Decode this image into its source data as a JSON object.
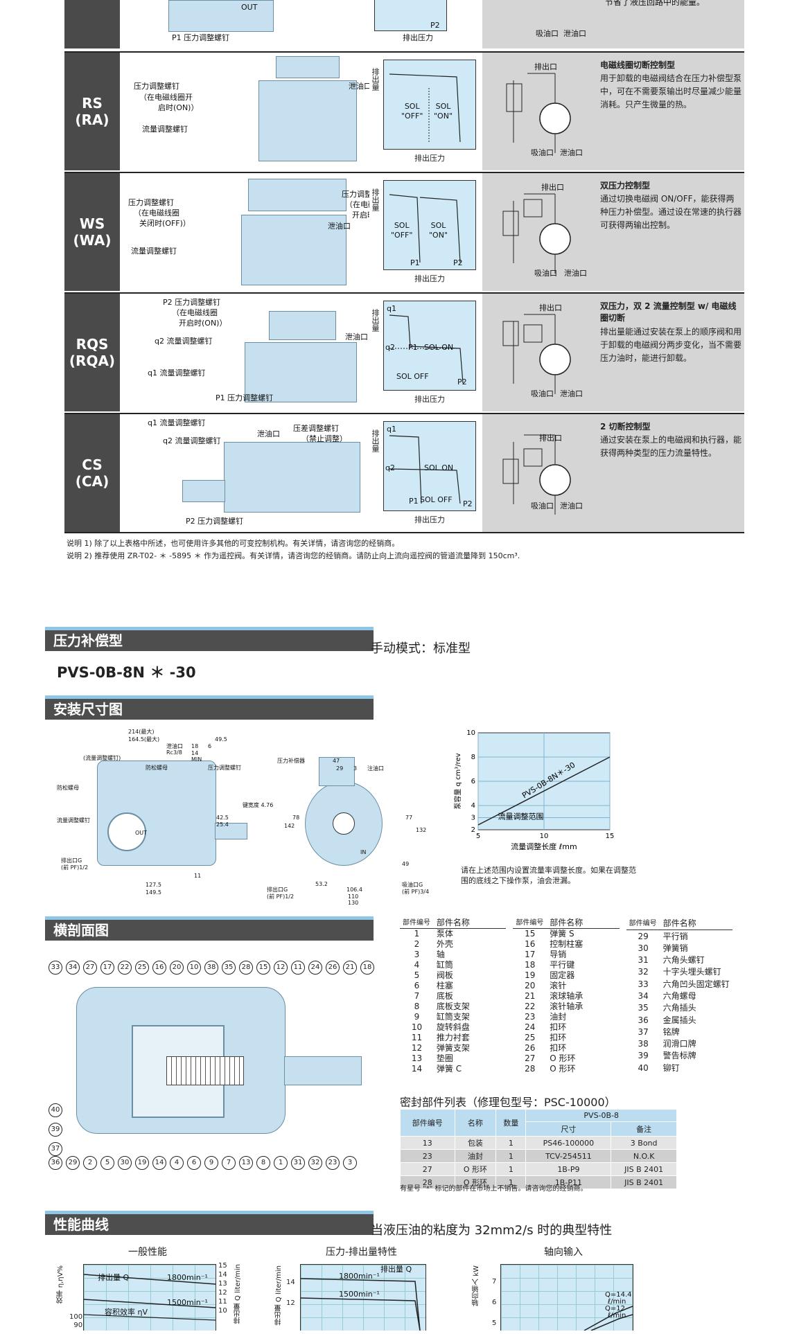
{
  "top_fragment": {
    "pressure_screw": "P1 压力调整螺钉",
    "discharge_pressure": "排出压力",
    "p2": "P2",
    "suction": "吸油口",
    "drain": "泄油口",
    "desc_tail": "节省了液压回路中的能量。",
    "out": "OUT"
  },
  "control_rows": [
    {
      "code": "RS",
      "code_alt": "(RA)",
      "labels": [
        "压力调整螺钉",
        "（在电磁线圈开",
        "启时(ON)）",
        "流量调整螺钉",
        "泄油口"
      ],
      "chart": {
        "ylabel": "排出量",
        "xlabel": "排出压力",
        "sol_off": "SOL\n\"OFF\"",
        "sol_on": "SOL\n\"ON\""
      },
      "circuit": {
        "discharge": "排出口",
        "suction": "吸油口",
        "drain": "泄油口"
      },
      "title": "电磁线圈切断控制型",
      "desc": "用于卸载的电磁阀结合在压力补偿型泵中，可在不需要泵输出时尽量减少能量消耗。只产生微量的热。"
    },
    {
      "code": "WS",
      "code_alt": "(WA)",
      "labels": [
        "压力调整螺钉",
        "（在电磁线圈",
        "关闭时(OFF)）",
        "流量调整螺钉",
        "压力调整螺钉",
        "（在电磁线圈",
        "开启时(ON)）",
        "泄油口"
      ],
      "chart": {
        "ylabel": "排出量",
        "xlabel": "排出压力",
        "sol_off": "SOL\n\"OFF\"",
        "sol_on": "SOL\n\"ON\"",
        "p1": "P1",
        "p2": "P2"
      },
      "circuit": {
        "discharge": "排出口",
        "suction": "吸油口",
        "drain": "泄油口"
      },
      "title": "双压力控制型",
      "desc": "通过切换电磁阀 ON/OFF，能获得两种压力补偿型。通过设在常速的执行器可获得两输出控制。"
    },
    {
      "code": "RQS",
      "code_alt": "(RQA)",
      "labels": [
        "P2 压力调整螺钉",
        "（在电磁线圈",
        "开启时(ON)）",
        "q2 流量调整螺钉",
        "q1 流量调整螺钉",
        "P1 压力调整螺钉",
        "泄油口"
      ],
      "chart": {
        "ylabel": "排出量",
        "xlabel": "排出压力",
        "q1": "q1",
        "q2": "q2",
        "p1": "P1",
        "p2": "P2",
        "sol_on": "SOL ON",
        "sol_off": "SOL OFF"
      },
      "circuit": {
        "discharge": "排出口",
        "suction": "吸油口",
        "drain": "泄油口"
      },
      "title": "双压力，双 2 流量控制型 w/ 电磁线圈切断",
      "desc": "排出量能通过安装在泵上的顺序阀和用于卸载的电磁阀分两步变化，当不需要压力油时，能进行卸载。"
    },
    {
      "code": "CS",
      "code_alt": "(CA)",
      "labels": [
        "q1 流量调整螺钉",
        "q2 流量调整螺钉",
        "泄油口",
        "压差调整螺钉",
        "（禁止调整）",
        "P2 压力调整螺钉"
      ],
      "chart": {
        "ylabel": "排出量",
        "xlabel": "排出压力",
        "q1": "q1",
        "q2": "q2",
        "p1": "P1",
        "p2": "P2",
        "sol_on": "SOL ON",
        "sol_off": "SOL OFF"
      },
      "circuit": {
        "discharge": "排出口",
        "suction": "吸油口",
        "drain": "泄油口"
      },
      "title": "2 切断控制型",
      "desc": "通过安装在泵上的电磁阀和执行器，能获得两种类型的压力流量特性。"
    }
  ],
  "notes": [
    "说明 1)  除了以上表格中所述，也可使用许多其他的可变控制机构。有关详情，请咨询您的经销商。",
    "说明 2)  推荐使用 ZR-T02- ＊ -5895 ＊ 作为遥控阀。有关详情，请咨询您的经销商。请防止向上流向遥控阀的管道流量降到 150cm³."
  ],
  "section_pressure": {
    "title": "压力补偿型",
    "mode": "手动模式：标准型",
    "model": "PVS-0B-8N ＊ -30"
  },
  "section_dimensions": {
    "title": "安装尺寸图",
    "labels": [
      "214(最大)",
      "164.5(最大)",
      "49.5",
      "泄油口",
      "Rc3/8",
      "18",
      "6",
      "14",
      "MIN",
      "(流量调整螺钉)",
      "防松螺母",
      "压力调整螺钉",
      "防松螺母",
      "流量调整螺钉",
      "排出口G",
      "(前 PF)1/2",
      "127.5",
      "149.5",
      "11",
      "42.5",
      "25.4",
      "键宽度 4.76",
      "压力补偿器",
      "47",
      "29",
      "3",
      "注油口",
      "142",
      "78",
      "77",
      "132",
      "53.2",
      "106.4",
      "110",
      "130",
      "49",
      "吸油口G",
      "(前 PF)3/4",
      "排出口G",
      "(前 PF)1/2",
      "OUT",
      "IN"
    ],
    "note": "请在上述范围内设置流量率调整长度。如果在调整范围的底线之下操作泵，油会泄漏。"
  },
  "chart_data": {
    "type": "line",
    "title": "",
    "xlabel": "流量调整长度 ℓmm",
    "ylabel": "泵容量 q cm³/rev",
    "xlim": [
      5,
      15
    ],
    "ylim": [
      2,
      10
    ],
    "x_ticks": [
      "5",
      "10",
      "15"
    ],
    "y_ticks": [
      "2",
      "3",
      "4",
      "6",
      "8",
      "10"
    ],
    "series": [
      {
        "name": "PVS-0B-8N＊-30",
        "x": [
          5,
          15
        ],
        "y": [
          2.4,
          8.0
        ]
      }
    ],
    "annotations": [
      "流量调整范围"
    ],
    "grid": true
  },
  "section_cross": {
    "title": "横剖面图",
    "top_numbers": [
      "33",
      "34",
      "27",
      "17",
      "22",
      "25",
      "16",
      "20",
      "10",
      "38",
      "35",
      "28",
      "15",
      "12",
      "11",
      "24",
      "26",
      "21",
      "18"
    ],
    "side_numbers": [
      "40",
      "39",
      "37"
    ],
    "bottom_numbers": [
      "36",
      "29",
      "2",
      "5",
      "30",
      "19",
      "14",
      "4",
      "6",
      "9",
      "7",
      "13",
      "8",
      "1",
      "31",
      "32",
      "23",
      "3"
    ]
  },
  "parts_header": {
    "no": "部件编号",
    "name": "部件名称"
  },
  "parts": [
    [
      [
        "1",
        "泵体"
      ],
      [
        "2",
        "外壳"
      ],
      [
        "3",
        "轴"
      ],
      [
        "4",
        "缸筒"
      ],
      [
        "5",
        "阀板"
      ],
      [
        "6",
        "柱塞"
      ],
      [
        "7",
        "底板"
      ],
      [
        "8",
        "底板支架"
      ],
      [
        "9",
        "缸筒支架"
      ],
      [
        "10",
        "旋转斜盘"
      ],
      [
        "11",
        "推力衬套"
      ],
      [
        "12",
        "弹簧支架"
      ],
      [
        "13",
        "垫圈"
      ],
      [
        "14",
        "弹簧 C"
      ]
    ],
    [
      [
        "15",
        "弹簧 S"
      ],
      [
        "16",
        "控制柱塞"
      ],
      [
        "17",
        "导销"
      ],
      [
        "18",
        "平行键"
      ],
      [
        "19",
        "固定器"
      ],
      [
        "20",
        "滚针"
      ],
      [
        "21",
        "滚球轴承"
      ],
      [
        "22",
        "滚针轴承"
      ],
      [
        "23",
        "油封"
      ],
      [
        "24",
        "扣环"
      ],
      [
        "25",
        "扣环"
      ],
      [
        "26",
        "扣环"
      ],
      [
        "27",
        "O 形环"
      ],
      [
        "28",
        "O 形环"
      ]
    ],
    [
      [
        "29",
        "平行销"
      ],
      [
        "30",
        "弹簧销"
      ],
      [
        "31",
        "六角头螺钉"
      ],
      [
        "32",
        "十字头埋头螺钉"
      ],
      [
        "33",
        "六角凹头固定螺钉"
      ],
      [
        "34",
        "六角螺母"
      ],
      [
        "35",
        "六角插头"
      ],
      [
        "36",
        "金属插头"
      ],
      [
        "37",
        "铭牌"
      ],
      [
        "38",
        "润滑口牌"
      ],
      [
        "39",
        "警告标牌"
      ],
      [
        "40",
        "铆钉"
      ]
    ]
  ],
  "seal": {
    "title": "密封部件列表（修理包型号：PSC-10000）",
    "headers": {
      "no": "部件编号",
      "name": "名称",
      "qty": "数量",
      "model": "PVS-0B-8",
      "size": "尺寸",
      "remark": "备注"
    },
    "rows": [
      [
        "13",
        "包装",
        "1",
        "PS46-100000",
        "3 Bond"
      ],
      [
        "23",
        "油封",
        "1",
        "TCV-254511",
        "N.O.K"
      ],
      [
        "27",
        "O 形环",
        "1",
        "1B-P9",
        "JIS B 2401"
      ],
      [
        "28",
        "O 形环",
        "1",
        "1B-P11",
        "JIS B 2401"
      ]
    ],
    "note": "有星号 \"*\" 标记的部件在市场上不销售。请咨询您的经销商。"
  },
  "section_perf": {
    "title": "性能曲线",
    "subtitle": "当液压油的粘度为 32mm2/s 时的典型特性",
    "chart1": {
      "title": "一般性能",
      "flow": "排出量 Q",
      "rpm1": "1800min⁻¹",
      "rpm2": "1500min⁻¹",
      "eff": "容积效率 ηV",
      "ylabel_left": "效率 η,ηV%",
      "ylabel_right": "排出量 Q liter/min",
      "ticks_right": [
        "15",
        "14",
        "13",
        "12",
        "11",
        "10"
      ],
      "ticks_left": [
        "100",
        "90"
      ]
    },
    "chart2": {
      "title": "压力-排出量特性",
      "flow": "排出量 Q",
      "rpm1": "1800min⁻¹",
      "rpm2": "1500min⁻¹",
      "ylabel": "排出量 Q liter/min",
      "ticks": [
        "14",
        "12"
      ]
    },
    "chart3": {
      "title": "轴向输入",
      "ylabel": "轴向输入 kW",
      "ticks": [
        "7",
        "6",
        "5"
      ],
      "q1": "Q=14.4",
      "q1u": "ℓ/min",
      "q2": "Q=12",
      "q2u": "ℓ/min"
    }
  }
}
